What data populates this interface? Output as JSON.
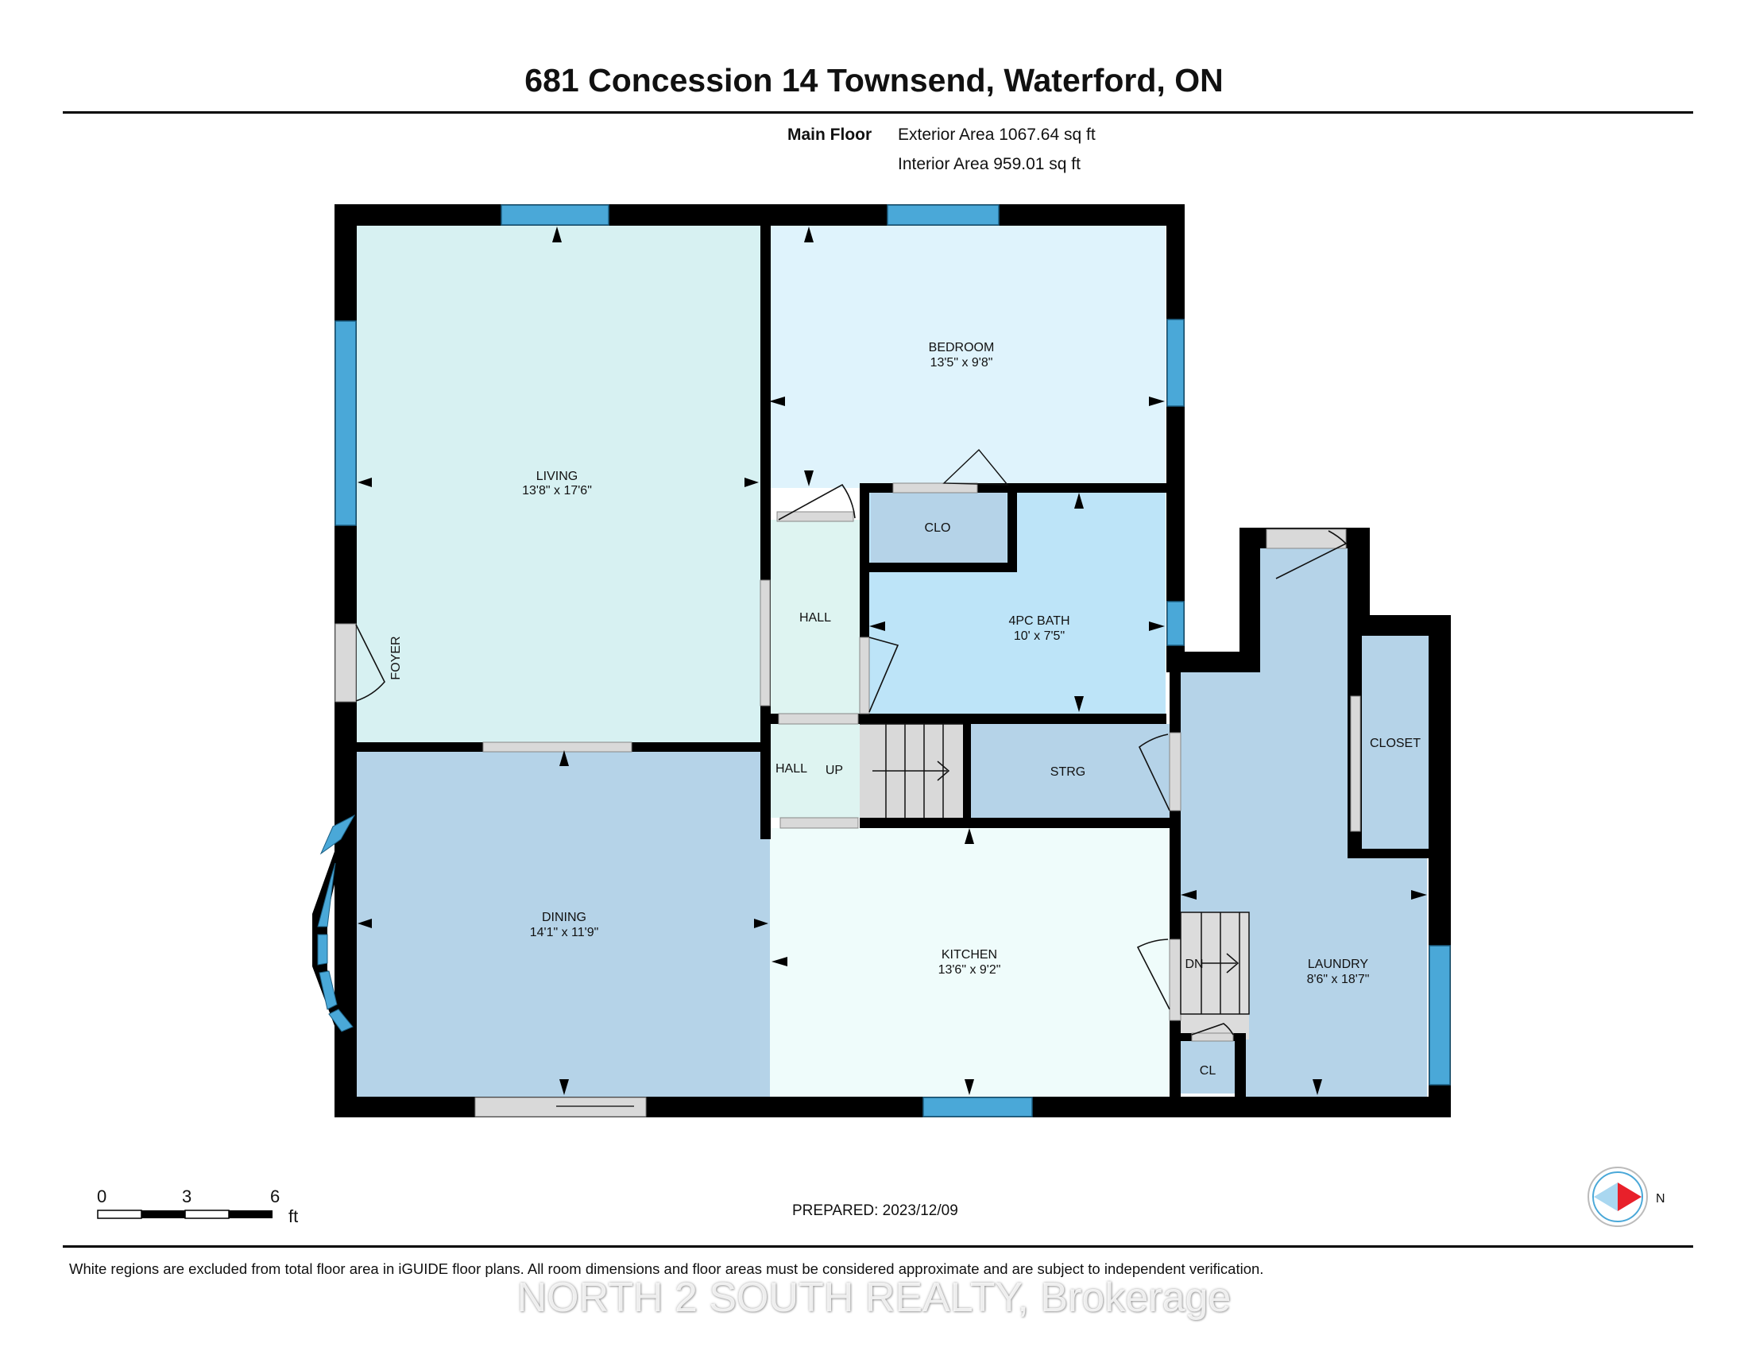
{
  "header": {
    "title": "681 Concession 14 Townsend, Waterford, ON"
  },
  "area_summary": {
    "floor_name": "Main Floor",
    "exterior_area": "Exterior Area 1067.64 sq ft",
    "interior_area": "Interior Area 959.01 sq ft"
  },
  "rooms": {
    "living": {
      "name": "LIVING",
      "dims": "13'8\" x 17'6\""
    },
    "bedroom": {
      "name": "BEDROOM",
      "dims": "13'5\" x 9'8\""
    },
    "clo": {
      "name": "CLO"
    },
    "hall_upper": {
      "name": "HALL"
    },
    "bath": {
      "name": "4PC BATH",
      "dims": "10' x 7'5\""
    },
    "foyer": {
      "name": "FOYER"
    },
    "hall_lower": {
      "name": "HALL"
    },
    "up": {
      "name": "UP"
    },
    "strg": {
      "name": "STRG"
    },
    "closet": {
      "name": "CLOSET"
    },
    "dining": {
      "name": "DINING",
      "dims": "14'1\" x 11'9\""
    },
    "kitchen": {
      "name": "KITCHEN",
      "dims": "13'6\" x 9'2\""
    },
    "dn": {
      "name": "DN"
    },
    "laundry": {
      "name": "LAUNDRY",
      "dims": "8'6\" x 18'7\""
    },
    "cl": {
      "name": "CL"
    }
  },
  "colors": {
    "wall": "#000000",
    "window": "#4aa8d8",
    "living": "#d7f1f2",
    "bedroom": "#dff3fc",
    "bath": "#bde4f8",
    "utility": "#b5d3e8",
    "kitchen": "#effcfb",
    "hall": "#def4f1",
    "door": "#d9d9d9"
  },
  "scale_bar": {
    "ticks": [
      "0",
      "3",
      "6"
    ],
    "unit": "ft"
  },
  "compass": {
    "label": "N"
  },
  "footer": {
    "prepared": "PREPARED: 2023/12/09",
    "disclaimer": "White regions are excluded from total floor area in iGUIDE floor plans. All room dimensions and floor areas must be considered approximate and are subject to independent verification.",
    "watermark": "NORTH 2 SOUTH REALTY, Brokerage"
  }
}
